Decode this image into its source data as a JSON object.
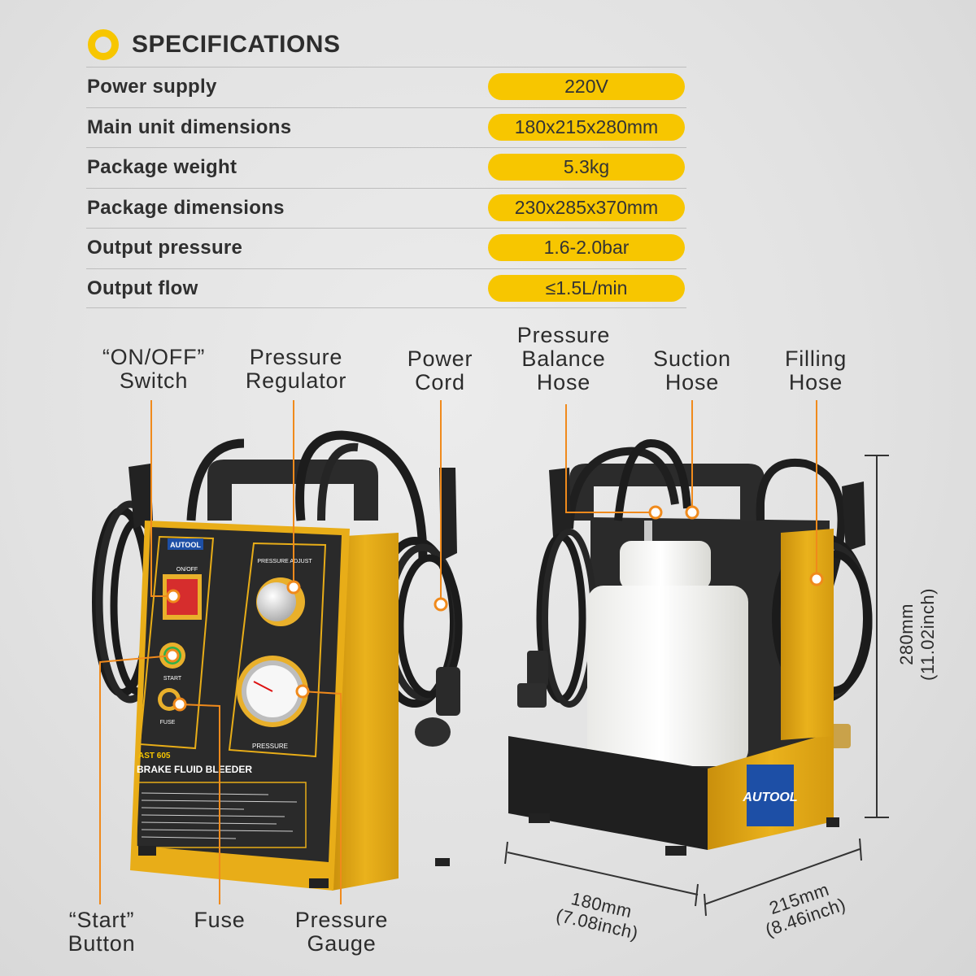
{
  "header": {
    "title": "SPECIFICATIONS"
  },
  "specs": [
    {
      "label": "Power supply",
      "value": "220V"
    },
    {
      "label": "Main unit dimensions",
      "value": "180x215x280mm"
    },
    {
      "label": "Package weight",
      "value": "5.3kg"
    },
    {
      "label": "Package dimensions",
      "value": "230x285x370mm"
    },
    {
      "label": "Output pressure",
      "value": "1.6-2.0bar"
    },
    {
      "label": "Output flow",
      "value": "≤1.5L/min"
    }
  ],
  "callouts": {
    "on_off": [
      "“ON/OFF”",
      "Switch"
    ],
    "pressure_regulator": [
      "Pressure",
      "Regulator"
    ],
    "power_cord": [
      "Power",
      "Cord"
    ],
    "pressure_balance": [
      "Pressure",
      "Balance",
      "Hose"
    ],
    "suction": [
      "Suction",
      "Hose"
    ],
    "filling": [
      "Filling",
      "Hose"
    ],
    "start": [
      "“Start”",
      "Button"
    ],
    "fuse": [
      "Fuse"
    ],
    "gauge": [
      "Pressure",
      "Gauge"
    ]
  },
  "dimensions": {
    "height": [
      "280mm",
      "(11.02inch)"
    ],
    "width": [
      "180mm",
      "(7.08inch)"
    ],
    "depth": [
      "215mm",
      "(8.46inch)"
    ]
  },
  "device": {
    "brand": "AUTOOL",
    "model": "AST 605",
    "name": "BRAKE FLUID BLEEDER",
    "on_off_label": "ON/OFF",
    "pressure_adjust_label": "PRESSURE ADJUST",
    "start_label": "START",
    "fuse_label": "FUSE",
    "pressure_label": "PRESSURE"
  },
  "colors": {
    "accent": "#f7c600",
    "callout": "#f08a1c",
    "body": "#e6ad1a",
    "dark": "#2a2a2a",
    "brand_blue": "#1d4fa6"
  }
}
